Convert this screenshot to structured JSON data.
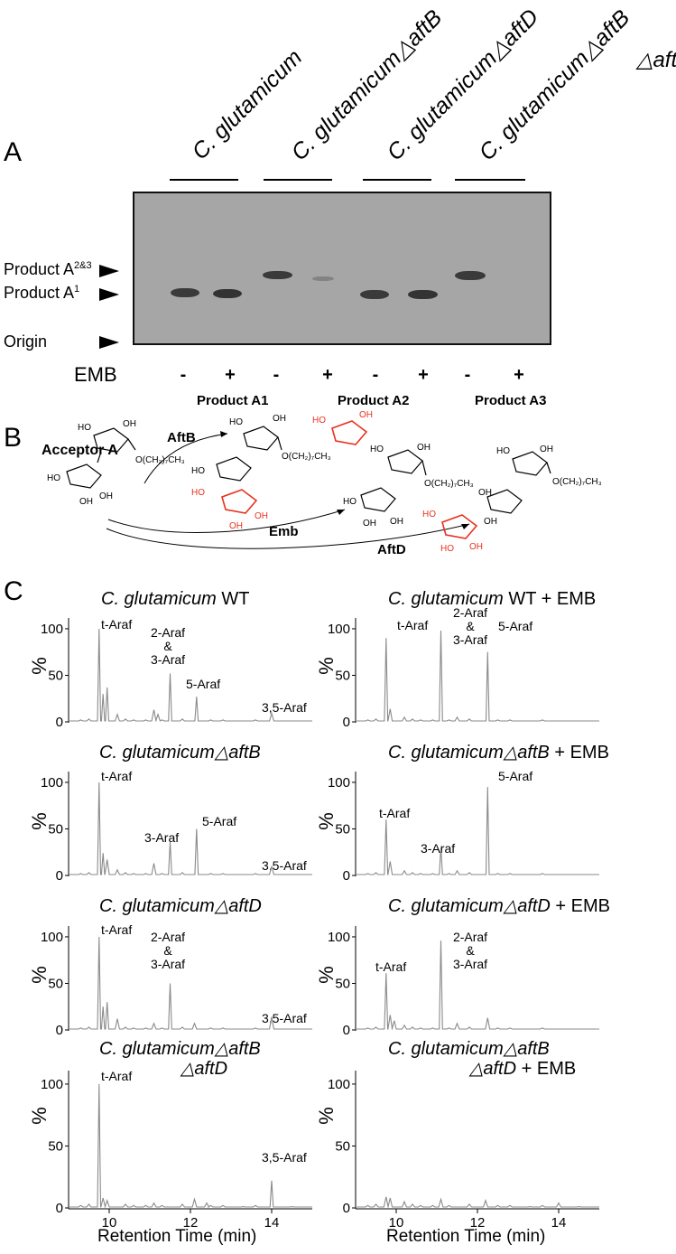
{
  "panel_labels": {
    "a": "A",
    "b": "B",
    "c": "C"
  },
  "gel": {
    "strains": [
      {
        "name": "C. glutamicum",
        "line2": ""
      },
      {
        "name": "C. glutamicum△aftB",
        "line2": ""
      },
      {
        "name": "C. glutamicum△aftD",
        "line2": ""
      },
      {
        "name": "C. glutamicum△aftB",
        "line2": "△aftD"
      }
    ],
    "markers": {
      "product23": "Product A",
      "product23_sup": "2&3",
      "product1": "Product A",
      "product1_sup": "1",
      "origin": "Origin"
    },
    "emb_label": "EMB",
    "emb_signs": [
      "-",
      "+",
      "-",
      "+",
      "-",
      "+",
      "-",
      "+"
    ]
  },
  "scheme": {
    "acceptor": "Acceptor A",
    "product_titles": [
      "Product A1",
      "Product A2",
      "Product A3"
    ],
    "enzymes": {
      "aftb": "AftB",
      "emb": "Emb",
      "aftd": "AftD"
    },
    "chain_label": "O(CH₂)₇CH₃",
    "colors": {
      "added_residue": "#e8321e",
      "structure": "#000000"
    }
  },
  "chrom": {
    "y_axis_label": "%",
    "x_axis_label": "Retention Time (min)",
    "y_ticks": [
      "100",
      "50",
      "0"
    ],
    "x_ticks": [
      "10",
      "12",
      "14"
    ],
    "titles": [
      {
        "pre": "C. glutamicum",
        "post": " WT"
      },
      {
        "pre": "C. glutamicum",
        "post": " WT + EMB"
      },
      {
        "pre": "C. glutamicum△aftB",
        "post": ""
      },
      {
        "pre": "C. glutamicum△aftB",
        "post": " + EMB"
      },
      {
        "pre": "C. glutamicum△aftD",
        "post": ""
      },
      {
        "pre": "C. glutamicum△aftD",
        "post": " + EMB"
      },
      {
        "pre": "C. glutamicum△aftB",
        "post": "",
        "line2": "△aftD"
      },
      {
        "pre": "C. glutamicum△aftB",
        "post": "",
        "line2": "△aftD",
        "line2_post": " + EMB"
      }
    ],
    "peak_labels": {
      "t": "t-Araf",
      "two3_a": "2-Araf",
      "two3_b": "&",
      "two3_c": "3-Araf",
      "three": "3-Araf",
      "five": "5-Araf",
      "three5": "3,5-Araf"
    }
  },
  "chart_data": [
    {
      "type": "line",
      "title": "C. glutamicum WT",
      "xlabel": "Retention Time (min)",
      "ylabel": "%",
      "ylim": [
        0,
        100
      ],
      "xlim": [
        9,
        15
      ],
      "series": [
        {
          "peaks": [
            [
              9.75,
              100
            ],
            [
              9.85,
              30
            ],
            [
              9.95,
              37
            ],
            [
              10.2,
              8
            ],
            [
              11.1,
              13
            ],
            [
              11.2,
              8
            ],
            [
              11.5,
              52
            ],
            [
              12.15,
              27
            ],
            [
              14.0,
              9
            ]
          ]
        }
      ]
    },
    {
      "type": "line",
      "title": "C. glutamicum WT + EMB",
      "xlabel": "Retention Time (min)",
      "ylabel": "%",
      "ylim": [
        0,
        100
      ],
      "xlim": [
        9,
        15
      ],
      "series": [
        {
          "peaks": [
            [
              9.75,
              90
            ],
            [
              9.85,
              14
            ],
            [
              10.2,
              5
            ],
            [
              11.1,
              98
            ],
            [
              11.5,
              5
            ],
            [
              12.25,
              75
            ]
          ]
        }
      ]
    },
    {
      "type": "line",
      "title": "C. glutamicum△aftB",
      "xlabel": "Retention Time (min)",
      "ylabel": "%",
      "ylim": [
        0,
        100
      ],
      "xlim": [
        9,
        15
      ],
      "series": [
        {
          "peaks": [
            [
              9.75,
              100
            ],
            [
              9.85,
              24
            ],
            [
              9.95,
              17
            ],
            [
              10.2,
              6
            ],
            [
              11.1,
              13
            ],
            [
              11.5,
              36
            ],
            [
              12.15,
              50
            ],
            [
              14.0,
              10
            ]
          ]
        }
      ]
    },
    {
      "type": "line",
      "title": "C. glutamicum△aftB + EMB",
      "xlabel": "Retention Time (min)",
      "ylabel": "%",
      "ylim": [
        0,
        100
      ],
      "xlim": [
        9,
        15
      ],
      "series": [
        {
          "peaks": [
            [
              9.75,
              60
            ],
            [
              9.85,
              15
            ],
            [
              10.2,
              5
            ],
            [
              11.1,
              30
            ],
            [
              11.5,
              5
            ],
            [
              12.25,
              95
            ]
          ]
        }
      ]
    },
    {
      "type": "line",
      "title": "C. glutamicum△aftD",
      "xlabel": "Retention Time (min)",
      "ylabel": "%",
      "ylim": [
        0,
        100
      ],
      "xlim": [
        9,
        15
      ],
      "series": [
        {
          "peaks": [
            [
              9.75,
              100
            ],
            [
              9.85,
              25
            ],
            [
              9.95,
              30
            ],
            [
              10.2,
              12
            ],
            [
              11.1,
              7
            ],
            [
              11.5,
              50
            ],
            [
              12.1,
              7
            ],
            [
              14.0,
              14
            ]
          ]
        }
      ]
    },
    {
      "type": "line",
      "title": "C. glutamicum△aftD + EMB",
      "xlabel": "Retention Time (min)",
      "ylabel": "%",
      "ylim": [
        0,
        100
      ],
      "xlim": [
        9,
        15
      ],
      "series": [
        {
          "peaks": [
            [
              9.75,
              61
            ],
            [
              9.85,
              16
            ],
            [
              9.95,
              10
            ],
            [
              10.2,
              5
            ],
            [
              11.1,
              96
            ],
            [
              11.5,
              7
            ],
            [
              12.25,
              13
            ]
          ]
        }
      ]
    },
    {
      "type": "line",
      "title": "C. glutamicum△aftB △aftD",
      "xlabel": "Retention Time (min)",
      "ylabel": "%",
      "ylim": [
        0,
        100
      ],
      "xlim": [
        9,
        15
      ],
      "series": [
        {
          "peaks": [
            [
              9.75,
              100
            ],
            [
              9.85,
              8
            ],
            [
              9.95,
              6
            ],
            [
              11.1,
              4
            ],
            [
              12.1,
              7
            ],
            [
              12.4,
              4
            ],
            [
              14.0,
              22
            ]
          ]
        }
      ]
    },
    {
      "type": "line",
      "title": "C. glutamicum△aftB △aftD + EMB",
      "xlabel": "Retention Time (min)",
      "ylabel": "%",
      "ylim": [
        0,
        100
      ],
      "xlim": [
        9,
        15
      ],
      "series": [
        {
          "peaks": [
            [
              9.75,
              9
            ],
            [
              9.85,
              8
            ],
            [
              10.2,
              5
            ],
            [
              11.1,
              7
            ],
            [
              12.2,
              6
            ],
            [
              14.0,
              4
            ]
          ]
        }
      ]
    }
  ]
}
